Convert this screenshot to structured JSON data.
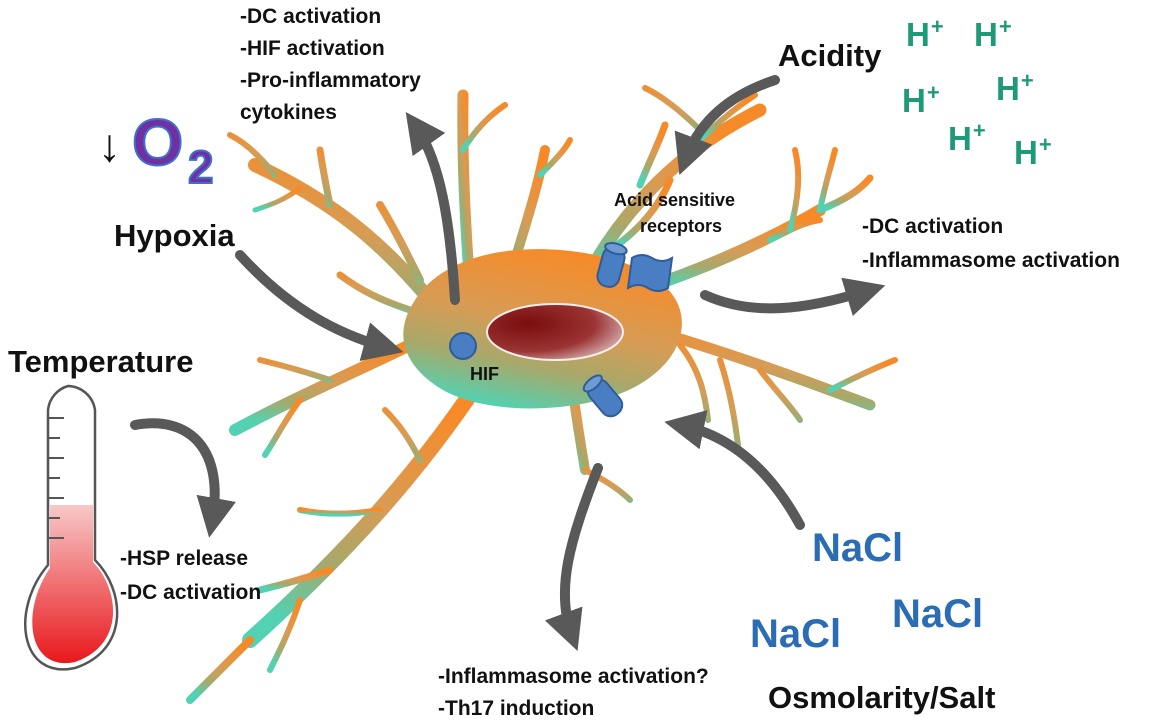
{
  "hypoxia": {
    "arrow_glyph": "↓",
    "o2_label": "O",
    "o2_subscript": "2",
    "label": "Hypoxia"
  },
  "top_outcomes": [
    "-DC activation",
    "-HIF activation",
    "-Pro-inflammatory",
    "cytokines"
  ],
  "acidity": {
    "label": "Acidity",
    "h_symbol": "H",
    "h_charge": "+",
    "receptor_label_line1": "Acid sensitive",
    "receptor_label_line2": "receptors"
  },
  "right_outcomes": [
    "-DC activation",
    "-Inflammasome activation"
  ],
  "temperature": {
    "label": "Temperature",
    "outcomes": [
      "-HSP release",
      "-DC activation"
    ]
  },
  "hif_label": "HIF",
  "bottom_outcomes": [
    "-Inflammasome activation?",
    "-Th17 induction"
  ],
  "salt": {
    "molecule": "NaCl",
    "label": "Osmolarity/Salt"
  },
  "colors": {
    "arrow": "#595959",
    "receptor": "#4a7ec2",
    "h_ion": "#1e9a78",
    "nacl": "#2a6db5",
    "o2": "#7030a0",
    "cell_orange": "#f08c30",
    "cell_tan": "#d5a060",
    "cell_teal": "#4ecfb0"
  }
}
